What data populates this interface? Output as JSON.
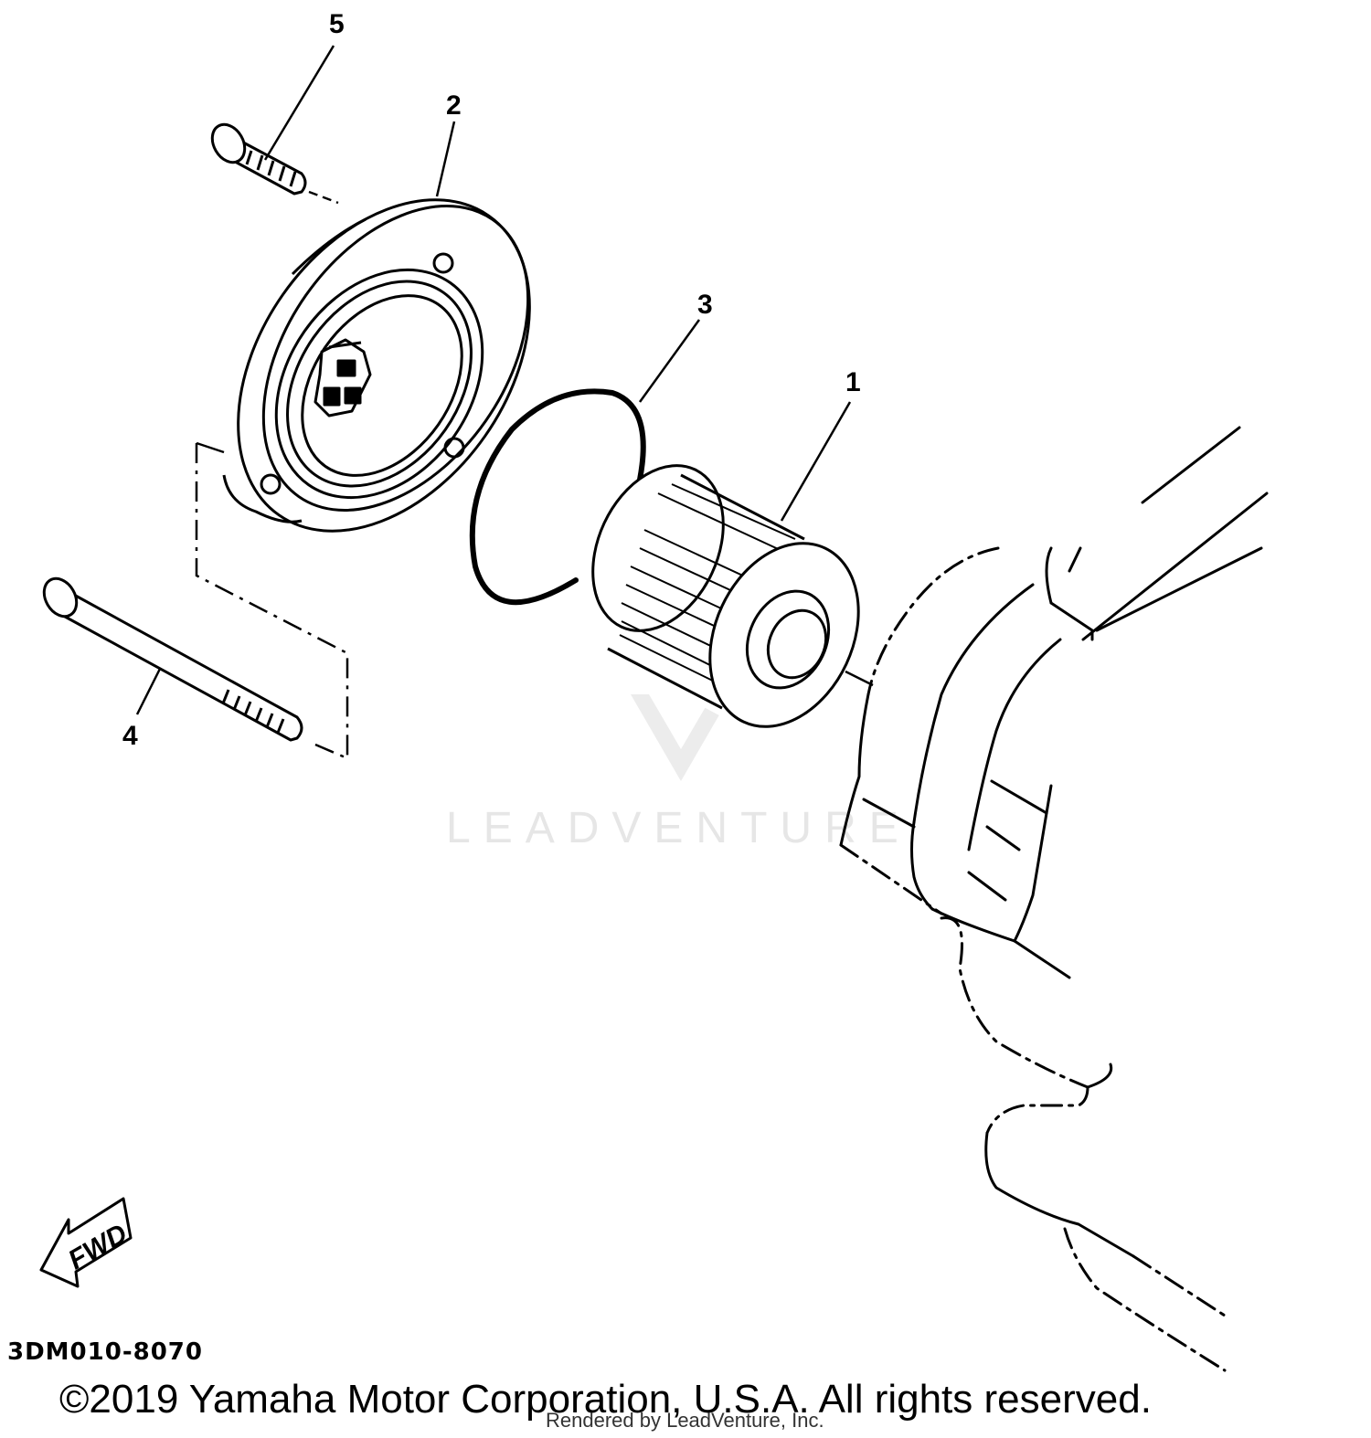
{
  "callouts": {
    "part_1": "1",
    "part_2": "2",
    "part_3": "3",
    "part_4": "4",
    "part_5": "5"
  },
  "fwd_label": "FWD",
  "diagram_code": "3DM010-8070",
  "copyright": "©2019 Yamaha Motor Corporation, U.S.A. All rights reserved.",
  "rendered_by": "Rendered by LeadVenture, Inc.",
  "watermark": "LEADVENTURE",
  "colors": {
    "ink": "#000000",
    "watermark": "#e6e6e6",
    "background": "#ffffff"
  }
}
